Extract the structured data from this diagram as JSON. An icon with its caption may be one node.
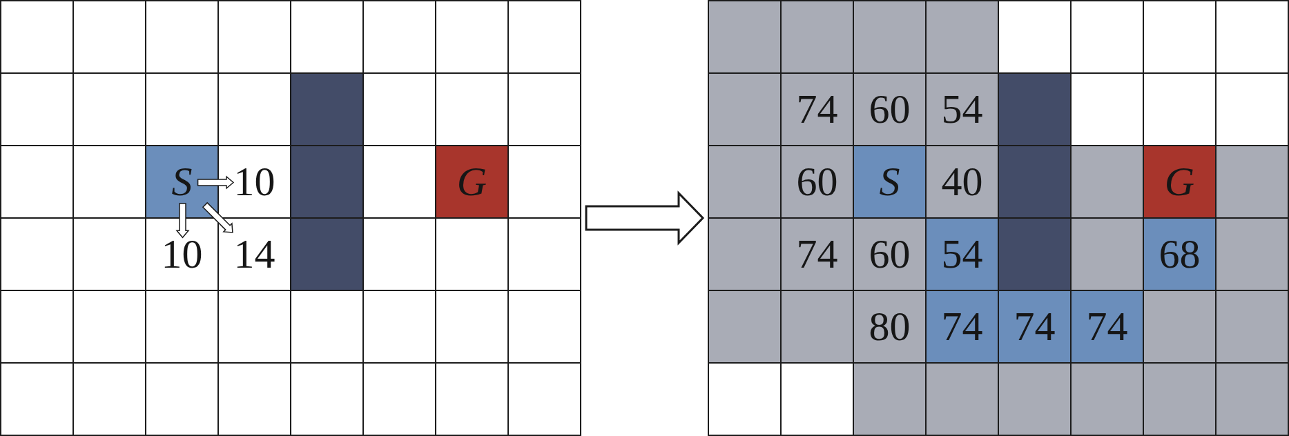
{
  "diagram": {
    "nodes": [
      {
        "text": [],
        "shape": "box"
      },
      {
        "text": [],
        "shape": "box",
        "in": 0
      },
      {
        "text": [],
        "shape": "box",
        "in": 0
      },
      {
        "text": [],
        "shape": "box",
        "in": 0
      },
      {
        "text": [],
        "shape": "box",
        "in": 0
      },
      {
        "text": [],
        "shape": "box",
        "in": 0
      },
      {
        "text": [],
        "shape": "box",
        "in": 0
      },
      {
        "text": [],
        "shape": "box",
        "in": 0
      },
      {
        "text": [],
        "shape": "box",
        "in": 0
      },
      {
        "text": [],
        "shape": "box",
        "in": 0
      },
      {
        "text": [],
        "shape": "box",
        "in": 0
      },
      {
        "text": [],
        "shape": "box",
        "in": 0
      },
      {
        "text": [],
        "shape": "box",
        "in": 0
      },
      {
        "text": [],
        "shape": "box",
        "in": 0
      },
      {
        "text": [],
        "shape": "box",
        "in": 0
      },
      {
        "text": [],
        "shape": "box",
        "in": 0
      },
      {
        "text": [],
        "shape": "box",
        "in": 0
      },
      {
        "text": [],
        "shape": "box",
        "in": 0
      },
      {
        "text": [],
        "shape": "box",
        "in": 0
      },
      {
        "text": [
          "S"
        ],
        "in": 0
      },
      {
        "text": [
          "10"
        ],
        "in": 0
      },
      {
        "text": [],
        "shape": "box",
        "in": 0
      },
      {
        "text": [],
        "shape": "box",
        "in": 0
      },
      {
        "text": [
          "G"
        ],
        "in": 0
      },
      {
        "text": [],
        "shape": "box",
        "in": 0
      },
      {
        "text": [],
        "shape": "box",
        "in": 0
      },
      {
        "text": [],
        "shape": "box",
        "in": 0
      },
      {
        "text": [
          "10"
        ],
        "in": 0
      },
      {
        "text": [
          "14"
        ],
        "in": 0
      },
      {
        "text": [],
        "shape": "box",
        "in": 0
      },
      {
        "text": [],
        "shape": "box",
        "in": 0
      },
      {
        "text": [],
        "shape": "box",
        "in": 0
      },
      {
        "text": [],
        "shape": "box",
        "in": 0
      },
      {
        "text": [],
        "shape": "box",
        "in": 0
      },
      {
        "text": [],
        "shape": "box",
        "in": 0
      },
      {
        "text": [],
        "shape": "box",
        "in": 0
      },
      {
        "text": [],
        "shape": "box",
        "in": 0
      },
      {
        "text": [],
        "shape": "box",
        "in": 0
      },
      {
        "text": [],
        "shape": "box",
        "in": 0
      },
      {
        "text": [],
        "shape": "box",
        "in": 0
      },
      {
        "text": [],
        "shape": "box",
        "in": 0
      },
      {
        "text": [],
        "shape": "box",
        "in": 0
      },
      {
        "text": [],
        "shape": "box",
        "in": 0
      },
      {
        "text": [],
        "shape": "box",
        "in": 0
      },
      {
        "text": [],
        "shape": "box",
        "in": 0
      },
      {
        "text": [],
        "shape": "box",
        "in": 0
      },
      {
        "text": [],
        "shape": "box",
        "in": 0
      },
      {
        "text": [],
        "shape": "box",
        "in": 0
      },
      {
        "text": [],
        "shape": "box",
        "in": 0
      },
      {
        "text": [],
        "shape": "box"
      },
      {
        "text": [],
        "shape": "box",
        "in": 49
      },
      {
        "text": [],
        "shape": "box",
        "in": 49
      },
      {
        "text": [],
        "shape": "box",
        "in": 49
      },
      {
        "text": [],
        "shape": "box",
        "in": 49
      },
      {
        "text": [],
        "shape": "box",
        "in": 49
      },
      {
        "text": [],
        "shape": "box",
        "in": 49
      },
      {
        "text": [],
        "shape": "box",
        "in": 49
      },
      {
        "text": [],
        "shape": "box",
        "in": 49
      },
      {
        "text": [],
        "shape": "box",
        "in": 49
      },
      {
        "text": [
          "74"
        ],
        "in": 49
      },
      {
        "text": [
          "60"
        ],
        "in": 49
      },
      {
        "text": [
          "54"
        ],
        "in": 49
      },
      {
        "text": [],
        "shape": "box",
        "in": 49
      },
      {
        "text": [],
        "shape": "box",
        "in": 49
      },
      {
        "text": [],
        "shape": "box",
        "in": 49
      },
      {
        "text": [],
        "shape": "box",
        "in": 49
      },
      {
        "text": [],
        "shape": "box",
        "in": 49
      },
      {
        "text": [
          "60"
        ],
        "in": 49
      },
      {
        "text": [
          "S"
        ],
        "in": 49
      },
      {
        "text": [
          "40"
        ],
        "in": 49
      },
      {
        "text": [],
        "shape": "box",
        "in": 49
      },
      {
        "text": [],
        "shape": "box",
        "in": 49
      },
      {
        "text": [
          "G"
        ],
        "in": 49
      },
      {
        "text": [],
        "shape": "box",
        "in": 49
      },
      {
        "text": [],
        "shape": "box",
        "in": 49
      },
      {
        "text": [
          "74"
        ],
        "in": 49
      },
      {
        "text": [
          "60"
        ],
        "in": 49
      },
      {
        "text": [
          "54"
        ],
        "in": 49
      },
      {
        "text": [],
        "shape": "box",
        "in": 49
      },
      {
        "text": [],
        "shape": "box",
        "in": 49
      },
      {
        "text": [
          "68"
        ],
        "in": 49
      },
      {
        "text": [],
        "shape": "box",
        "in": 49
      },
      {
        "text": [],
        "shape": "box",
        "in": 49
      },
      {
        "text": [],
        "shape": "box",
        "in": 49
      },
      {
        "text": [
          "80"
        ],
        "in": 49
      },
      {
        "text": [
          "74"
        ],
        "in": 49
      },
      {
        "text": [
          "74"
        ],
        "in": 49
      },
      {
        "text": [
          "74"
        ],
        "in": 49
      },
      {
        "text": [],
        "shape": "box",
        "in": 49
      },
      {
        "text": [],
        "shape": "box",
        "in": 49
      },
      {
        "text": [],
        "shape": "box",
        "in": 49
      },
      {
        "text": [],
        "shape": "box",
        "in": 49
      },
      {
        "text": [],
        "shape": "box",
        "in": 49
      },
      {
        "text": [],
        "shape": "box",
        "in": 49
      },
      {
        "text": [],
        "shape": "box",
        "in": 49
      },
      {
        "text": [],
        "shape": "box",
        "in": 49
      },
      {
        "text": [],
        "shape": "box",
        "in": 49
      },
      {
        "text": [],
        "shape": "box",
        "in": 49
      }
    ],
    "edges": [
      {
        "from": 19,
        "to": 20,
        "arrow": "to"
      },
      {
        "from": 19,
        "to": 27,
        "arrow": "to"
      },
      {
        "from": 19,
        "to": 28,
        "arrow": "to"
      },
      {
        "from": 0,
        "to": 49,
        "arrow": "to"
      }
    ]
  }
}
